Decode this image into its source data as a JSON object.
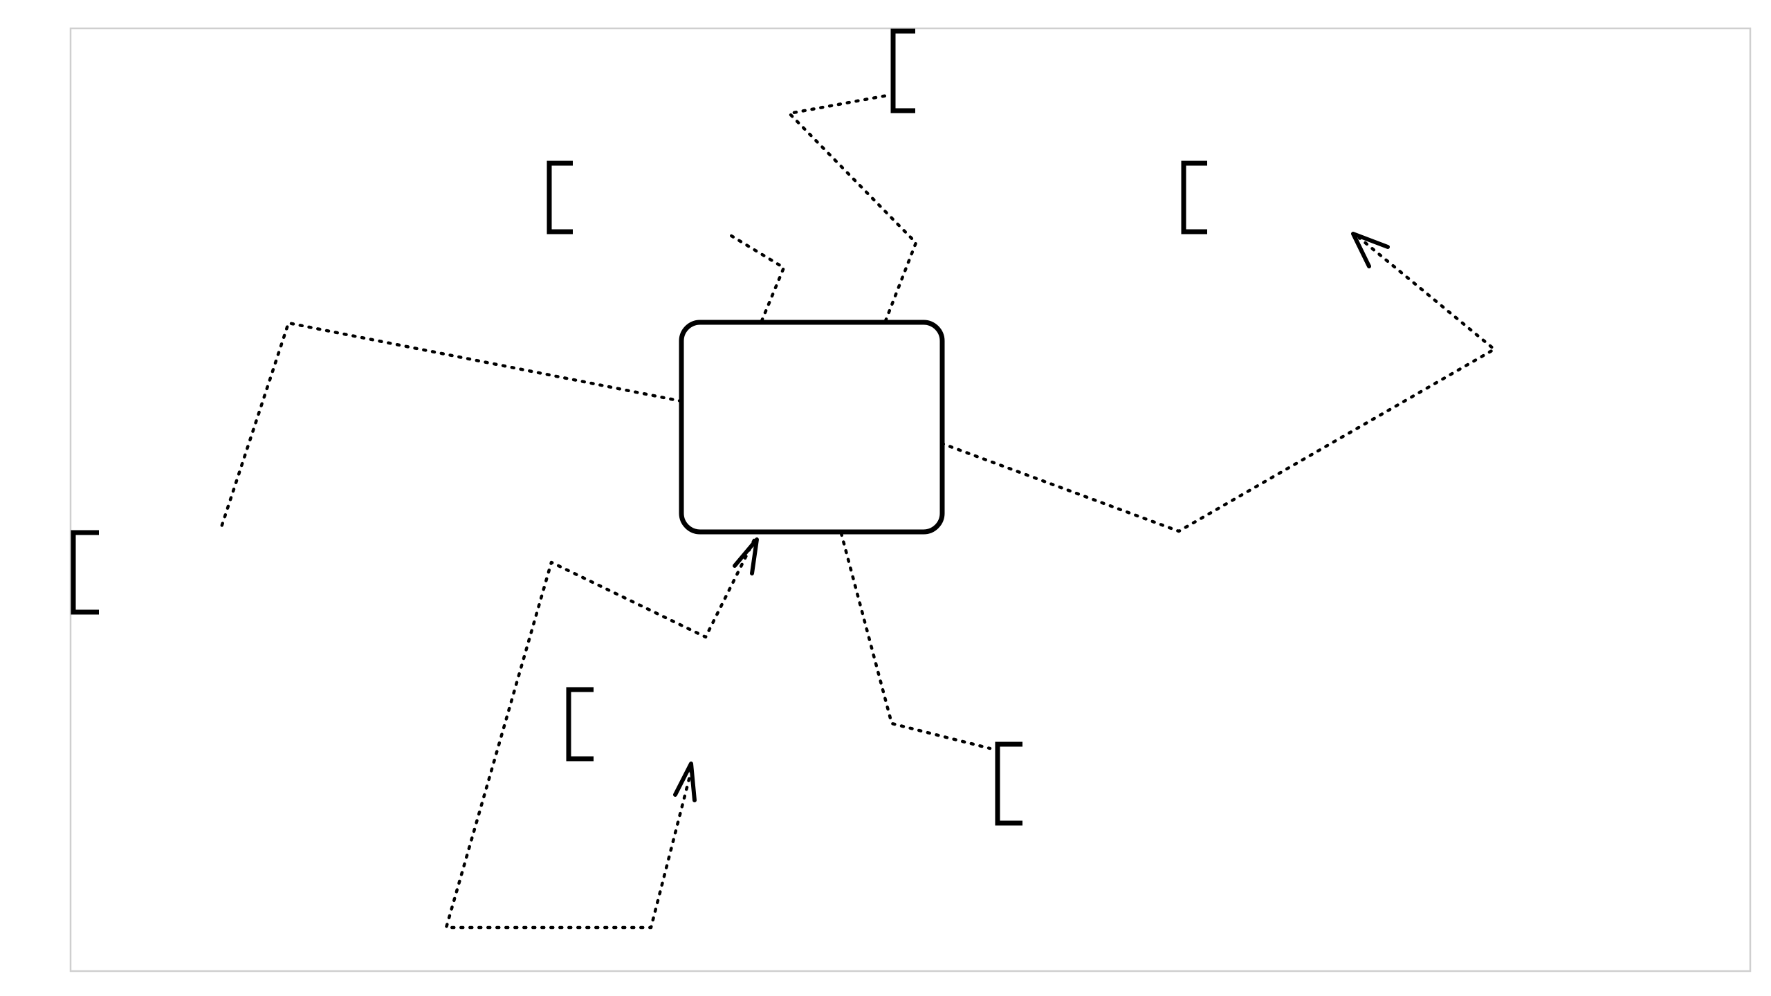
{
  "diagram": {
    "canvas_background": "#ffffff",
    "frame_color": "#cfcfcf",
    "stroke_color": "#000000",
    "connector_style": "dotted",
    "center_node": {
      "shape": "rounded-rectangle",
      "label": ""
    },
    "nodes": [
      {
        "id": "left-open-bracket",
        "symbol": "open-bracket",
        "label": ""
      },
      {
        "id": "top-open-bracket",
        "symbol": "open-bracket",
        "label": ""
      },
      {
        "id": "upper-left-open-bracket",
        "symbol": "open-bracket",
        "label": ""
      },
      {
        "id": "upper-right-open-bracket",
        "symbol": "open-bracket",
        "label": ""
      },
      {
        "id": "lower-left-open-bracket",
        "symbol": "open-bracket",
        "label": ""
      },
      {
        "id": "lower-center-open-bracket",
        "symbol": "open-bracket",
        "label": ""
      }
    ],
    "connectors": [
      {
        "id": "connector-left",
        "from": "center",
        "to": "left-open-bracket",
        "arrow": false
      },
      {
        "id": "connector-top",
        "from": "center",
        "to": "top-open-bracket",
        "arrow": false
      },
      {
        "id": "connector-upper-short",
        "from": "center",
        "to": "upper-left-open-bracket",
        "arrow": false
      },
      {
        "id": "connector-right",
        "from": "center",
        "to": "upper-right-open-bracket",
        "arrow": true
      },
      {
        "id": "connector-bottom",
        "from": "center",
        "to": "lower-center-open-bracket",
        "arrow": false
      },
      {
        "id": "connector-lower-loop",
        "from": "lower-left-open-bracket",
        "to": "center",
        "arrow": true
      },
      {
        "id": "connector-floating-arrow",
        "from": "lower-left-open-bracket",
        "to": "lower-left-open-bracket",
        "arrow": true
      }
    ]
  }
}
